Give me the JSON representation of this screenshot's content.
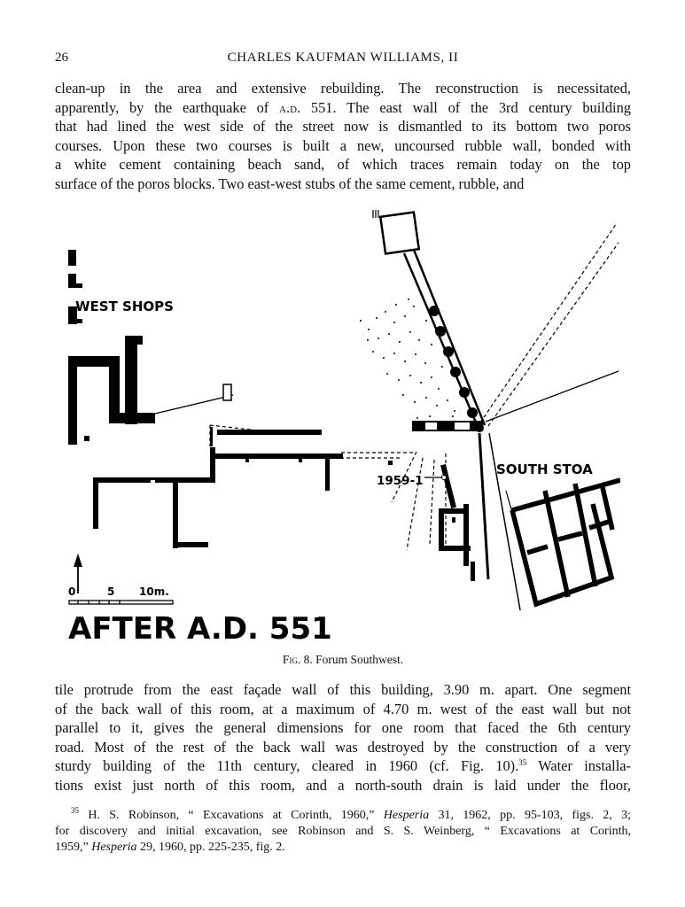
{
  "header": {
    "page_number": "26",
    "running_head": "CHARLES KAUFMAN WILLIAMS, II"
  },
  "top_paragraph": {
    "l1": "clean-up in the area and extensive rebuilding. The reconstruction is necessitated,",
    "l2a": "apparently, by the earthquake of ",
    "l2_era": "a.d.",
    "l2b": " 551. The east wall of the 3rd century building",
    "l3": "that had lined the west side of the street now is dismantled to its bottom two poros",
    "l4": "courses. Upon these two courses is built a new, uncoursed rubble wall, bonded with",
    "l5": "a white cement containing beach sand, of which traces remain today on the top",
    "l6": "surface of the poros blocks. Two east-west stubs of the same cement, rubble, and"
  },
  "figure": {
    "labels": {
      "west_shops": "WEST SHOPS",
      "south_stoa": "SOUTH STOA",
      "find_spot": "1959-1",
      "scale_0": "0",
      "scale_5": "5",
      "scale_10": "10m.",
      "period_title": "AFTER A.D. 551"
    }
  },
  "caption": {
    "fig_label": "Fig. 8.",
    "fig_title": "Forum Southwest."
  },
  "bottom_paragraph": {
    "l1": "tile protrude from the east façade wall of this building, 3.90 m. apart. One segment",
    "l2": "of the back wall of this room, at a maximum of 4.70 m. west of the east wall but not",
    "l3": "parallel to it, gives the general dimensions for one room that faced the 6th century",
    "l4": "road. Most of the rest of the back wall was destroyed by the construction of a very",
    "l5a": "sturdy building of the 11th century, cleared in 1960 (cf. Fig. 10).",
    "l5_note": "35",
    "l5b": " Water installa-",
    "l6": "tions exist just north of this room, and a north-south drain is laid under the floor,"
  },
  "footnote": {
    "number": "35",
    "l1a": " H. S. Robinson, “ Excavations at Corinth, 1960,” ",
    "l1_journal": "Hesperia",
    "l1b": " 31, 1962, pp. 95-103, figs. 2, 3;",
    "l2": "for discovery and initial excavation, see Robinson and S. S. Weinberg, “ Excavations at Corinth,",
    "l3a": "1959,” ",
    "l3_journal": "Hesperia",
    "l3b": " 29, 1960, pp. 225-235, fig. 2."
  }
}
